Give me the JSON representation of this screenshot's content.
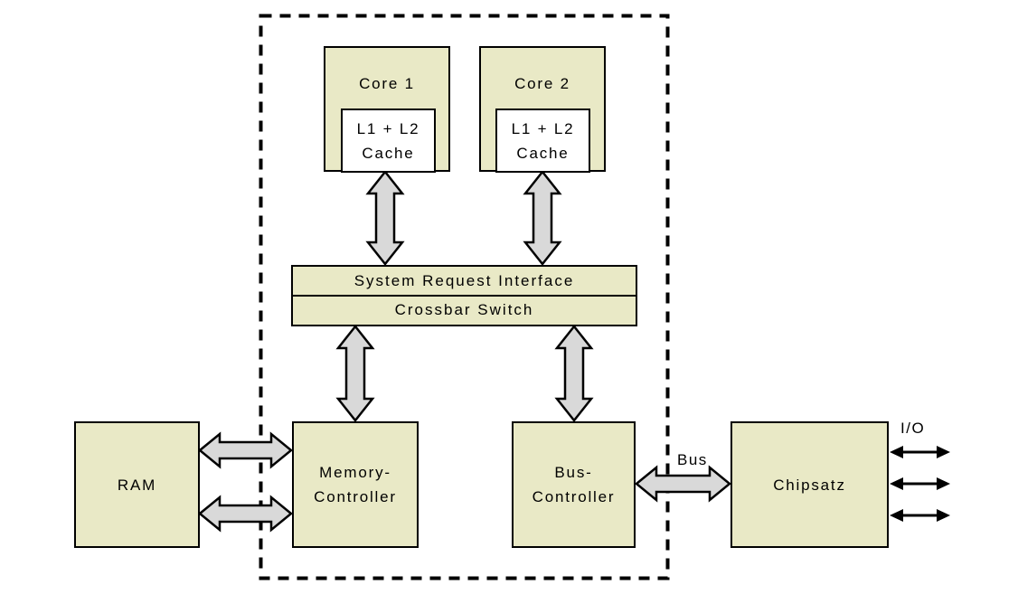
{
  "colors": {
    "background": "#ffffff",
    "box_fill": "#e9e9c6",
    "cache_fill": "#ffffff",
    "arrow_fill": "#d9d9d9",
    "outline": "#000000"
  },
  "boxes": {
    "core1": {
      "label": "Core 1"
    },
    "core2": {
      "label": "Core 2"
    },
    "cache1": {
      "line1": "L1 + L2",
      "line2": "Cache"
    },
    "cache2": {
      "line1": "L1 + L2",
      "line2": "Cache"
    },
    "system_request_interface": {
      "label": "System Request Interface"
    },
    "crossbar_switch": {
      "label": "Crossbar Switch"
    },
    "ram": {
      "label": "RAM"
    },
    "memory_controller": {
      "line1": "Memory-",
      "line2": "Controller"
    },
    "bus_controller": {
      "line1": "Bus-",
      "line2": "Controller"
    },
    "chipsatz": {
      "label": "Chipsatz"
    }
  },
  "labels": {
    "bus": "Bus",
    "io": "I/O"
  }
}
